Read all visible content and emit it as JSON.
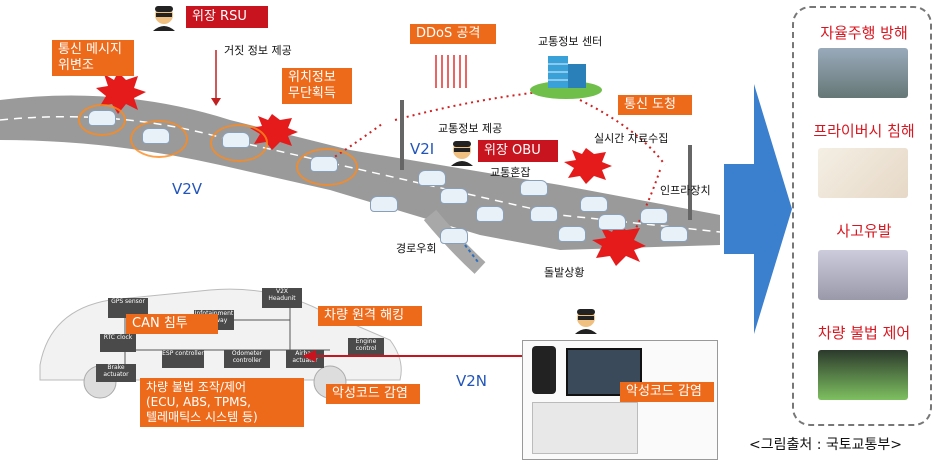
{
  "labels": {
    "fake_rsu": "위장 RSU",
    "fake_info": "거짓 정보 제공",
    "ddos": "DDoS 공격",
    "traffic_center": "교통정보 센터",
    "msg_tamper": "통신 메시지\n위변조",
    "location_grab": "위치정보\n무단획득",
    "eavesdrop": "통신 도청",
    "realtime_collect": "실시간 자료수집",
    "traffic_info_provide": "교통정보 제공",
    "fake_obu": "위장 OBU",
    "congestion": "교통혼잡",
    "infra": "인프라장치",
    "v2i": "V2I",
    "v2v": "V2V",
    "v2n": "V2N",
    "detour": "경로우회",
    "emergency": "돌발상황",
    "can_intrusion": "CAN 침투",
    "remote_hack": "차량 원격 해킹",
    "illegal_manip": "차량 불법 조작/제어\n(ECU, ABS, TPMS,\n텔레매틱스 시스템 등)",
    "malware1": "악성코드 감염",
    "malware2": "악성코드 감염"
  },
  "ecu": [
    "GPS sensor",
    "RTC clock",
    "Brake actuator",
    "ESP controller",
    "Odometer controller",
    "Airbag actuator",
    "Engine control",
    "V2X Headunit",
    "Infotainment Gateway"
  ],
  "panel": {
    "items": [
      "자율주행 방해",
      "프라이버시 침해",
      "사고유발",
      "차량 불법 제어"
    ]
  },
  "caption": "<그림출처 : 국토교통부>",
  "colors": {
    "orange": "#ee6a1b",
    "red": "#c8141e",
    "blue_arrow": "#3b7fcf",
    "road": "#8f8f8f"
  }
}
